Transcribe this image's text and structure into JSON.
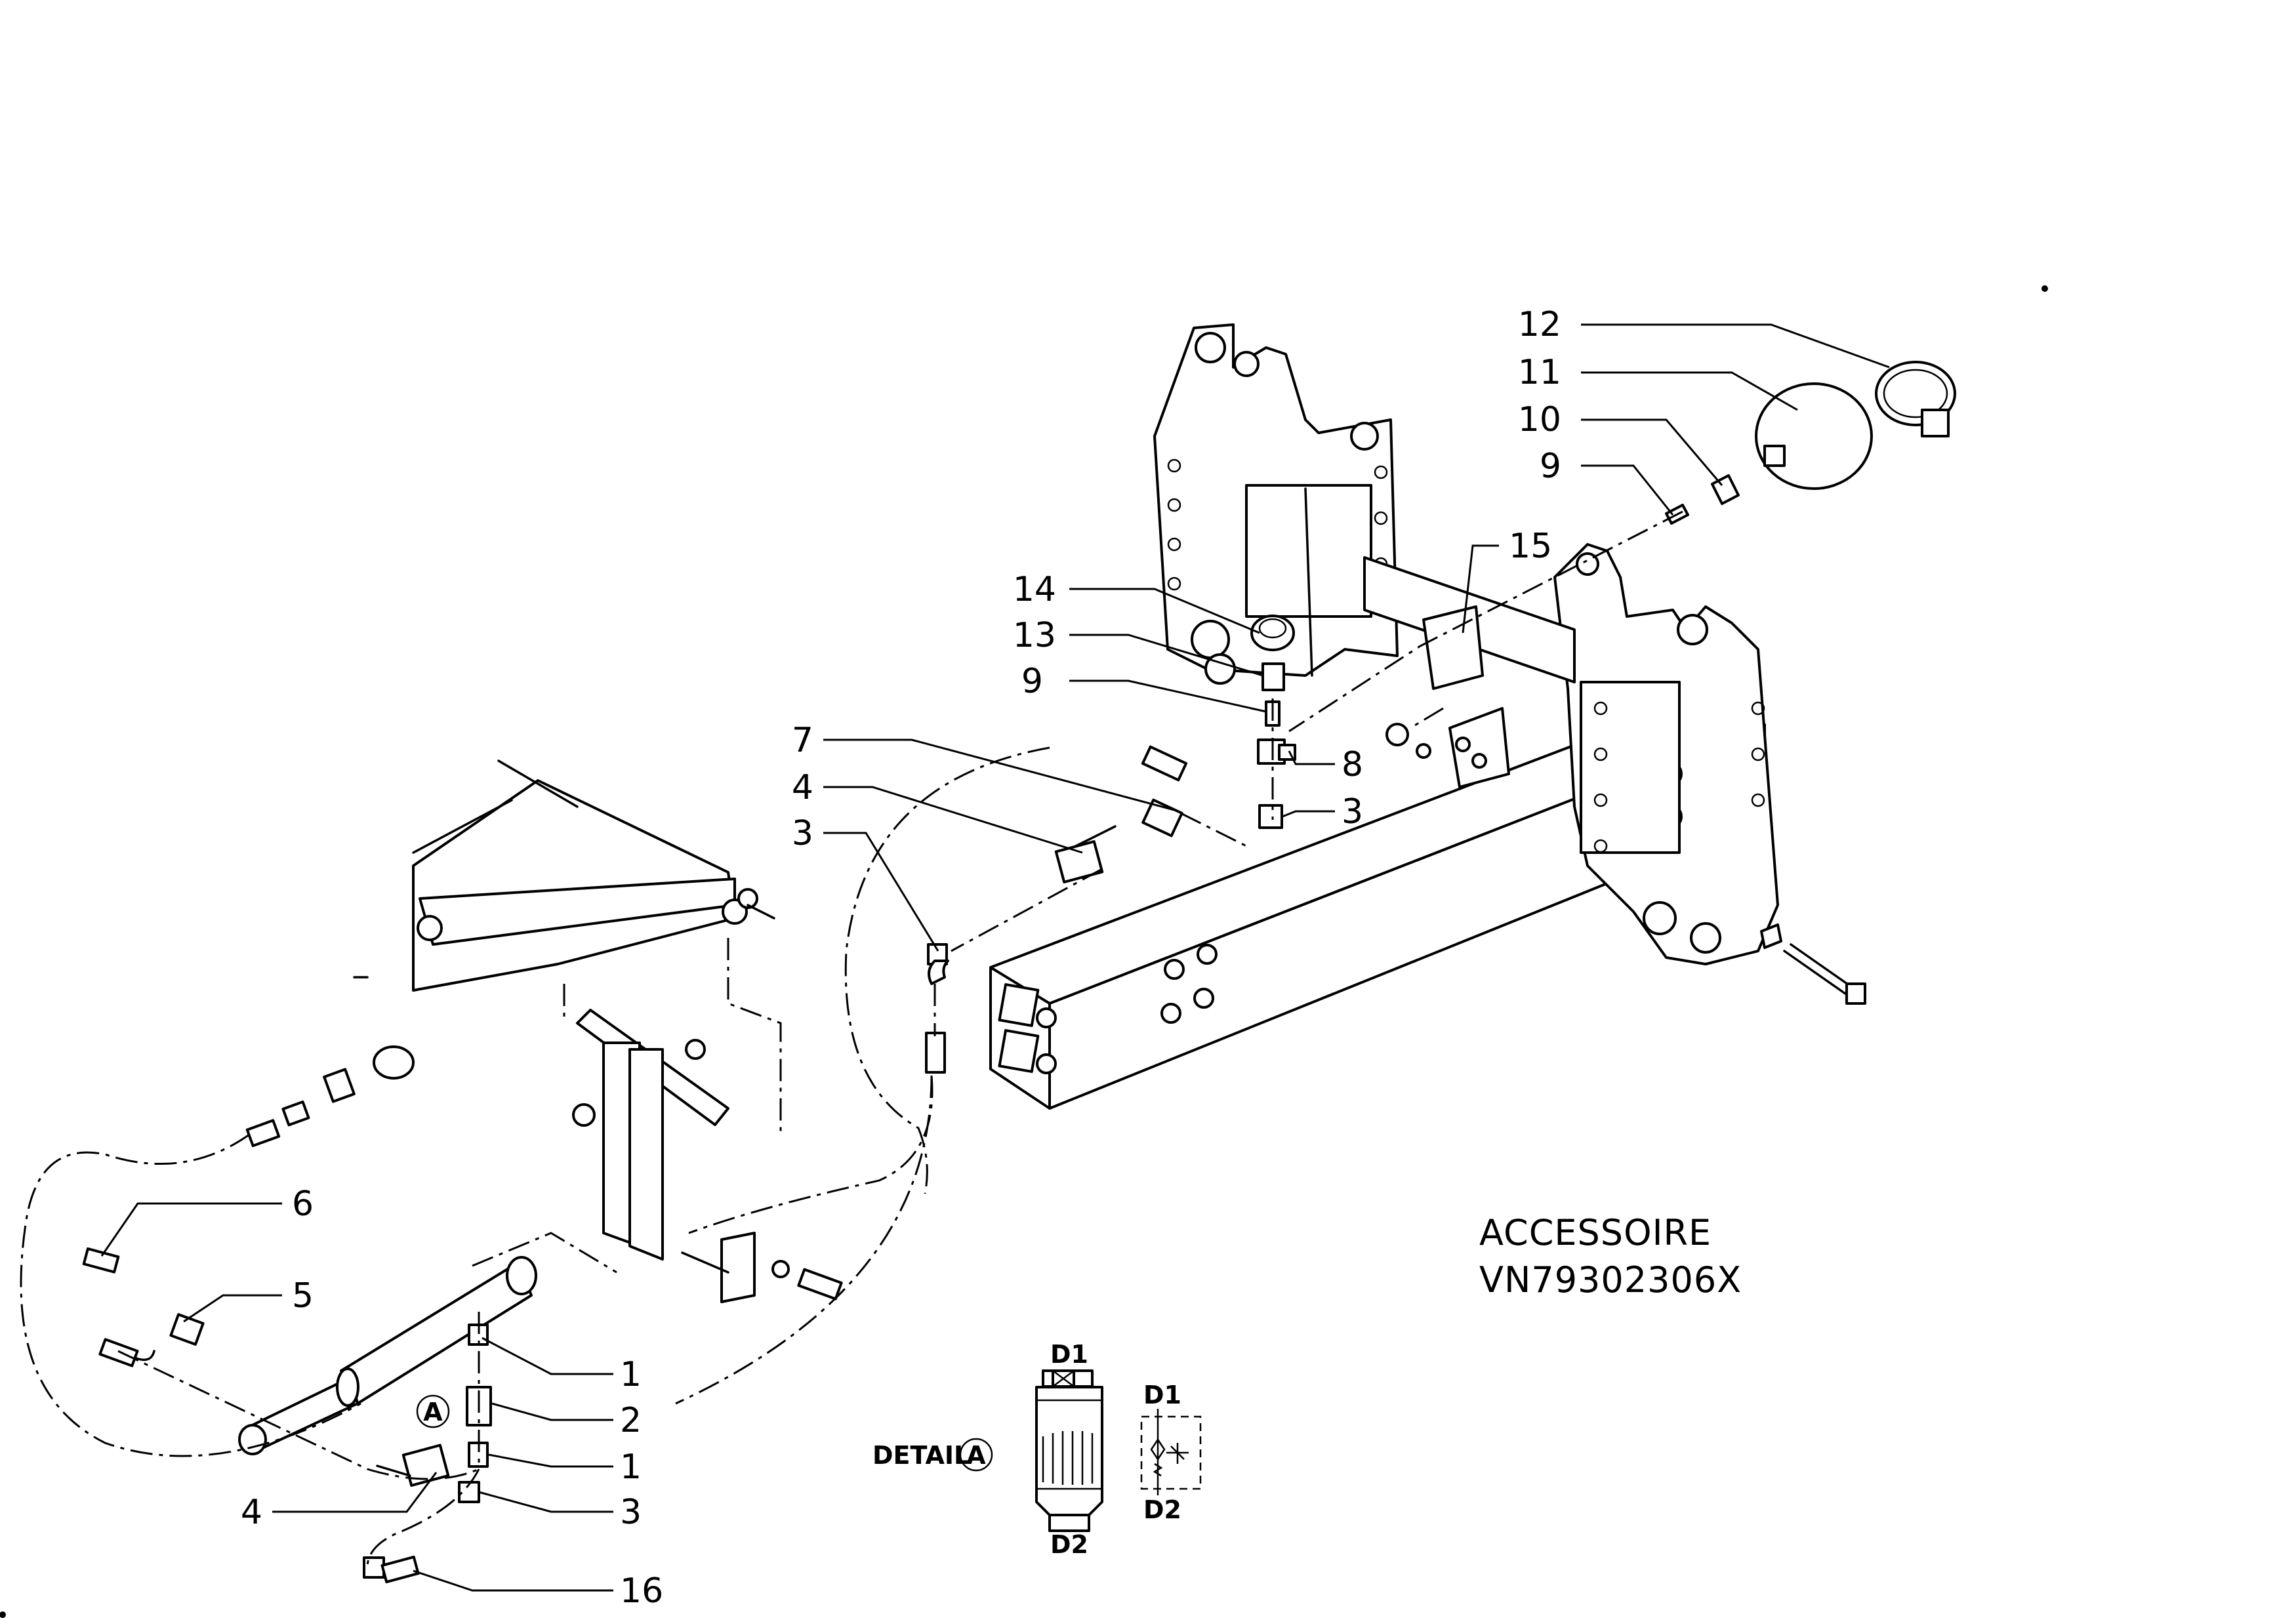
{
  "callouts": {
    "c12": "12",
    "c11": "11",
    "c10": "10",
    "c9_top": "9",
    "c15": "15",
    "c14": "14",
    "c13": "13",
    "c9_mid": "9",
    "c8": "8",
    "c3_mid": "3",
    "c7": "7",
    "c4_mid": "4",
    "c3_left": "3",
    "c6": "6",
    "c5": "5",
    "c1_a": "1",
    "c2": "2",
    "c1_b": "1",
    "c4_low": "4",
    "c3_low": "3",
    "c16": "16"
  },
  "detail_marker": "A",
  "detail": {
    "label": "DETAIL",
    "marker": "A",
    "port_top": "D1",
    "port_bottom": "D2",
    "schematic_top": "D1",
    "schematic_bottom": "D2"
  },
  "caption": {
    "line1": "ACCESSOIRE",
    "line2": "VN79302306X"
  }
}
